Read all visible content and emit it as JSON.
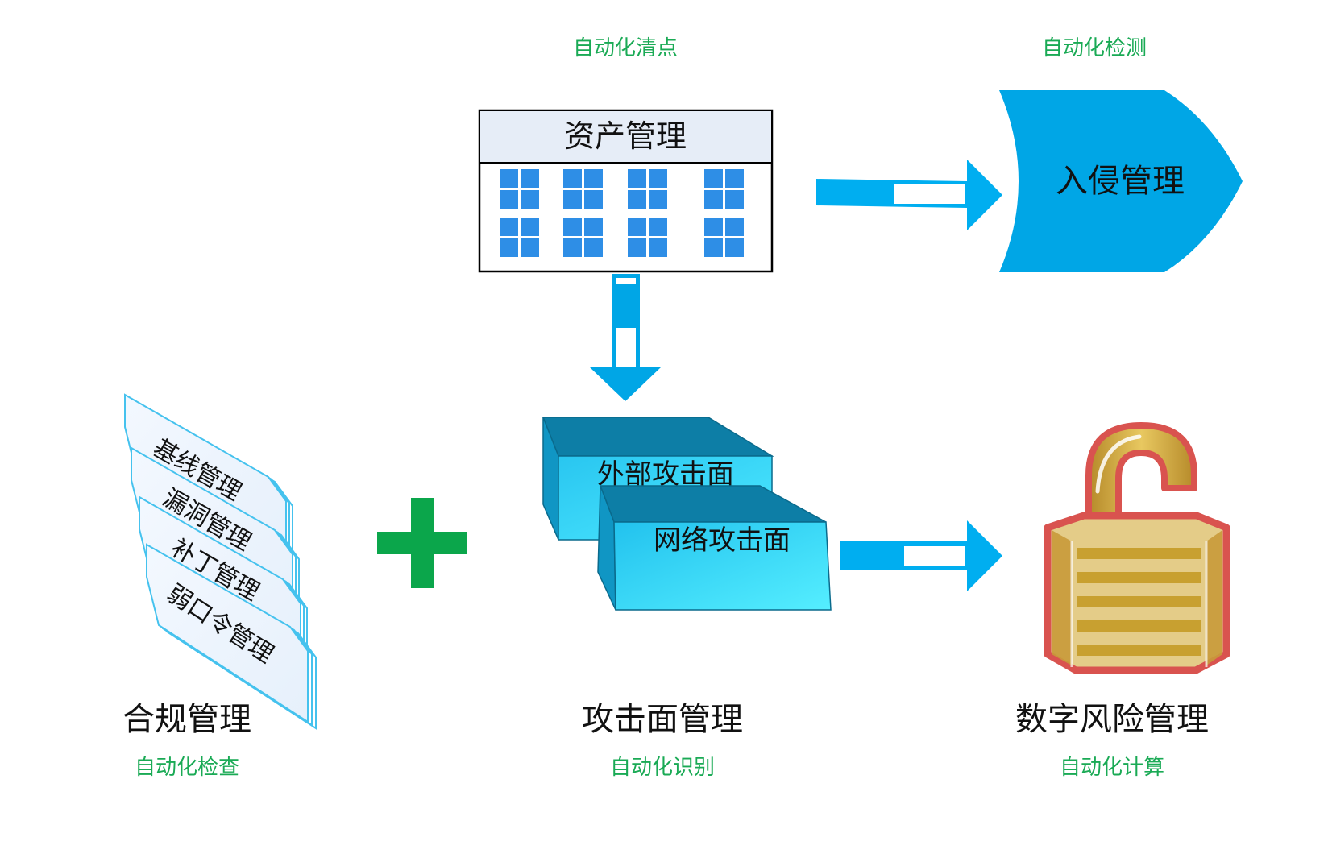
{
  "top_labels": {
    "asset_auto": "自动化清点",
    "intrusion_auto": "自动化检测"
  },
  "asset_box": {
    "title": "资产管理"
  },
  "intrusion_box": {
    "title": "入侵管理"
  },
  "attack_surface": {
    "external": "外部攻击面",
    "network": "网络攻击面"
  },
  "compliance_cards": [
    "基线管理",
    "漏洞管理",
    "补丁管理",
    "弱口令管理"
  ],
  "bottom_labels": {
    "compliance_title": "合规管理",
    "compliance_auto": "自动化检查",
    "attack_title": "攻击面管理",
    "attack_auto": "自动化识别",
    "risk_title": "数字风险管理",
    "risk_auto": "自动化计算"
  },
  "colors": {
    "accent_blue": "#00a6e6",
    "window_blue": "#2e8ee6",
    "green": "#1aaa55",
    "plus_green": "#0ba64b",
    "lock_red": "#d9534f",
    "lock_gold": "#c8a030"
  },
  "icons": {
    "plus": "plus-icon",
    "lock": "open-padlock-icon",
    "arrow": "arrow-icon"
  }
}
